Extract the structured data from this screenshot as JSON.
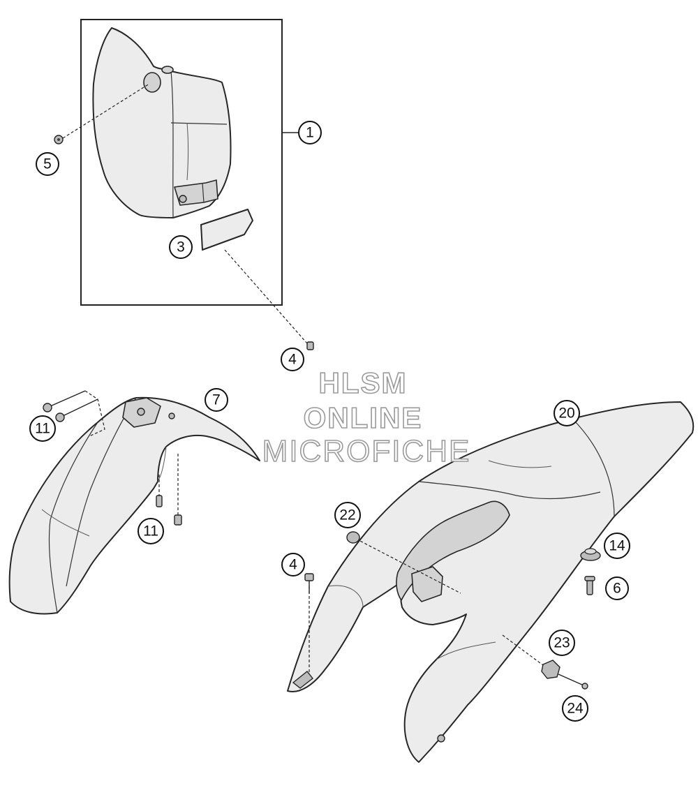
{
  "callouts": [
    {
      "id": "c1",
      "label": "1"
    },
    {
      "id": "c3",
      "label": "3"
    },
    {
      "id": "c4a",
      "label": "4"
    },
    {
      "id": "c4b",
      "label": "4"
    },
    {
      "id": "c5",
      "label": "5"
    },
    {
      "id": "c6",
      "label": "6"
    },
    {
      "id": "c7",
      "label": "7"
    },
    {
      "id": "c11a",
      "label": "11"
    },
    {
      "id": "c11b",
      "label": "11"
    },
    {
      "id": "c14",
      "label": "14"
    },
    {
      "id": "c20",
      "label": "20"
    },
    {
      "id": "c22",
      "label": "22"
    },
    {
      "id": "c23",
      "label": "23"
    },
    {
      "id": "c24",
      "label": "24"
    }
  ],
  "watermark": {
    "line1": "HLSM",
    "line2": "ONLINE",
    "line3": "MICROFICHE"
  },
  "colors": {
    "line": "#262626",
    "part_fill": "#ececec",
    "watermark_outline": "#9a9a9a"
  }
}
